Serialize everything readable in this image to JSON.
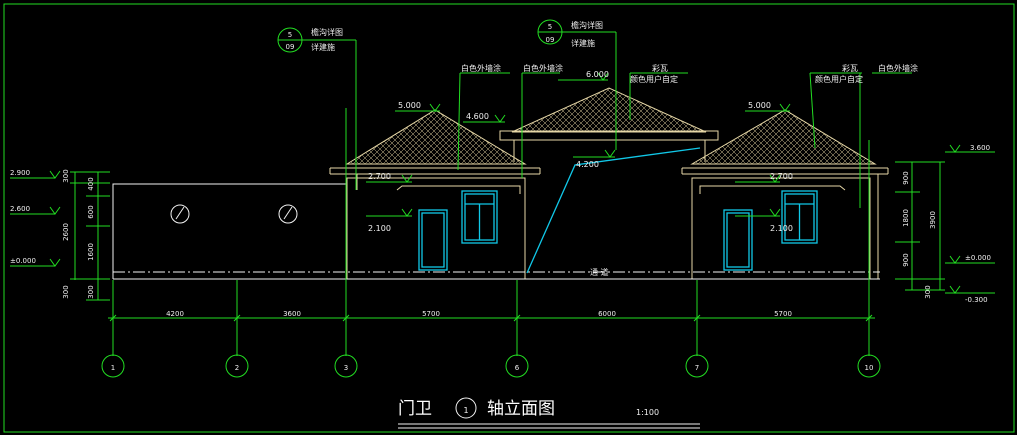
{
  "drawing": {
    "title_prefix": "门卫",
    "title_number": "1",
    "title_main": "轴立面图",
    "scale": "1:100",
    "center_label": "通  道"
  },
  "callouts": [
    {
      "id": "callout-left",
      "num": "5",
      "sub": "09",
      "line1": "檐沟详图",
      "line2": "详建施"
    },
    {
      "id": "callout-middle",
      "num": "5",
      "sub": "09",
      "line1": "檐沟详图",
      "line2": "详建施"
    }
  ],
  "notes": {
    "white_wall_1": "白色外墙涂",
    "white_wall_2": "白色外墙涂",
    "white_wall_3": "白色外墙涂",
    "tile_1": "彩瓦",
    "tile_1_sub": "颜色用户自定",
    "tile_2": "彩瓦",
    "tile_2_sub": "颜色用户自定"
  },
  "elevations": {
    "e6000": "6.000",
    "e5000_left": "5.000",
    "e5000_right": "5.000",
    "e4600": "4.600",
    "e4200": "4.200",
    "e2700_left": "2.700",
    "e2700_right": "2.700",
    "e2100_left": "2.100",
    "e2100_right": "2.100",
    "l2900": "2.900",
    "l2600": "2.600",
    "l0000": "±0.000",
    "r3600": "3.600",
    "r0000": "±0.000",
    "r_neg0300": "-0.300"
  },
  "left_dims": {
    "a300": "300",
    "a400": "400",
    "a600": "600",
    "a1600": "1600",
    "a2600": "2600",
    "a300b": "300",
    "a300c": "300"
  },
  "right_dims": {
    "b900": "900",
    "b1800": "1800",
    "b900b": "900",
    "b3900": "3900",
    "b300": "300"
  },
  "bottom_dims": [
    "4200",
    "3600",
    "5700",
    "6000",
    "5700"
  ],
  "axes": [
    "1",
    "2",
    "3",
    "6",
    "7",
    "10"
  ]
}
